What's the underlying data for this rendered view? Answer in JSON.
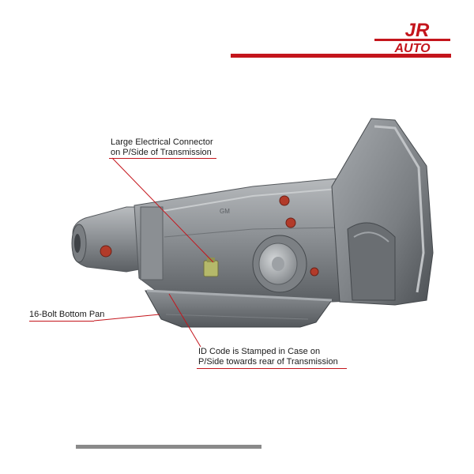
{
  "logo": {
    "line1": "JR",
    "line2": "AUTO"
  },
  "callouts": {
    "connector_line1": "Large Electrical Connector",
    "connector_line2": "on P/Side of Transmission",
    "pan": "16-Bolt Bottom Pan",
    "id_line1": "ID Code is Stamped in Case on",
    "id_line2": "P/Side towards rear of Transmission"
  },
  "colors": {
    "brand_red": "#c4151c",
    "divider_gray": "#8a8a8a",
    "metal": "#8f9397"
  }
}
